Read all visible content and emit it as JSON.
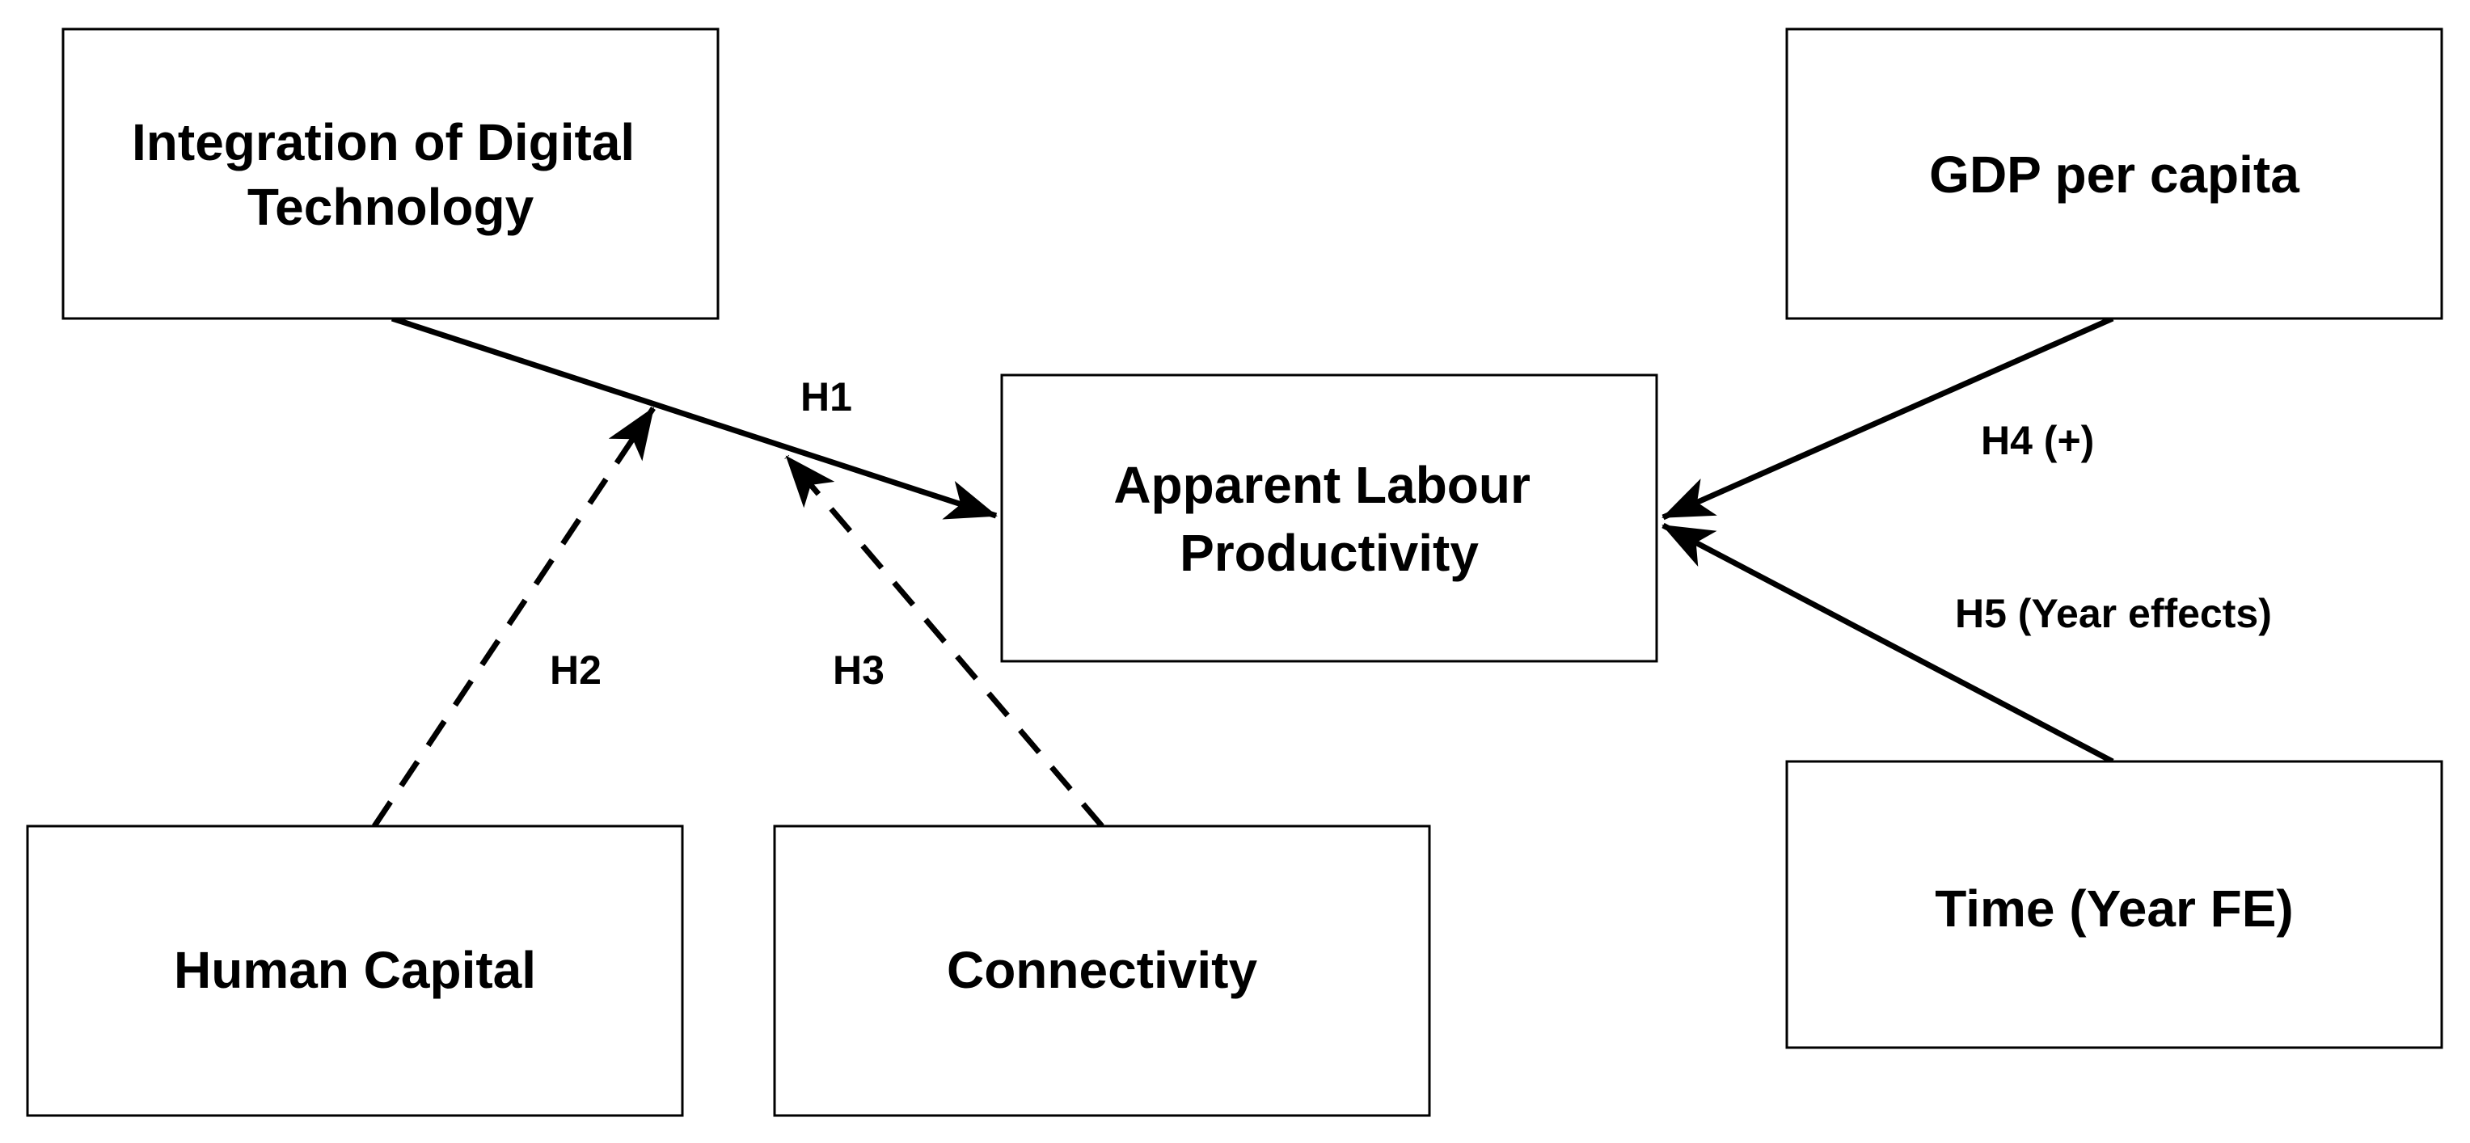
{
  "nodes": {
    "digital": {
      "lines": [
        "Integration of Digital",
        "Technology"
      ]
    },
    "gdp": {
      "lines": [
        "GDP per capita"
      ]
    },
    "alp": {
      "lines": [
        "Apparent Labour",
        "Productivity"
      ]
    },
    "human": {
      "lines": [
        "Human Capital"
      ]
    },
    "connectivity": {
      "lines": [
        "Connectivity"
      ]
    },
    "time": {
      "lines": [
        "Time (Year FE)"
      ]
    }
  },
  "edges": {
    "h1": {
      "label": "H1",
      "style": "solid"
    },
    "h2": {
      "label": "H2",
      "style": "dashed"
    },
    "h3": {
      "label": "H3",
      "style": "dashed"
    },
    "h4": {
      "label": "H4 (+)",
      "style": "solid"
    },
    "h5": {
      "label": "H5 (Year effects)",
      "style": "solid"
    }
  },
  "colors": {
    "stroke": "#000000",
    "fill": "#ffffff",
    "text": "#000000"
  }
}
